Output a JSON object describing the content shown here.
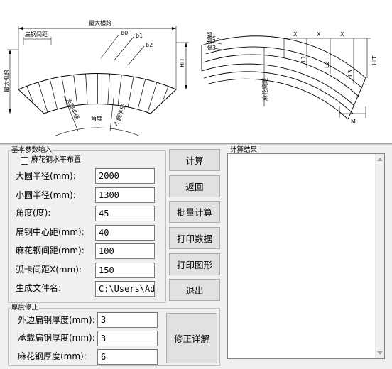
{
  "top_title": "",
  "diagram_left": {
    "max_span": "最大横跨",
    "flat_spacing": "扁钢间距",
    "b0": "b0",
    "b1": "b1",
    "b2": "b2",
    "max_arch_height": "最大弧跨",
    "big_radius": "大圆半径",
    "small_radius": "小圆半径",
    "angle": "角度",
    "hit": "HIT"
  },
  "diagram_right": {
    "arc1": "弧1",
    "arc2": "弧2",
    "arc3": "弧3",
    "x1": "X",
    "x2": "X",
    "x3": "X",
    "l1": "L1",
    "l2": "L2",
    "l3": "L3",
    "hit": "HIT",
    "twisted_spacing": "麻花间距",
    "m": "M"
  },
  "basic_params": {
    "title": "基本参数输入",
    "horizontal_checkbox": "麻花钢水平布置",
    "fields": [
      {
        "label": "大圆半径(mm):",
        "value": "2000"
      },
      {
        "label": "小圆半径(mm):",
        "value": "1300"
      },
      {
        "label": "角度(度):",
        "value": "45"
      },
      {
        "label": "扁钢中心距(mm):",
        "value": "40"
      },
      {
        "label": "麻花钢间距(mm):",
        "value": "100"
      },
      {
        "label": "弧卡间距X(mm):",
        "value": "150"
      },
      {
        "label": "生成文件名:",
        "value": "C:\\Users\\Admi"
      }
    ]
  },
  "buttons": {
    "calc": "计算",
    "back": "返回",
    "batch": "批量计算",
    "print_data": "打印数据",
    "print_graph": "打印图形",
    "exit": "退出",
    "correction_detail": "修正详解"
  },
  "thickness": {
    "title": "厚度修正",
    "fields": [
      {
        "label": "外边扁钢厚度(mm):",
        "value": "3"
      },
      {
        "label": "承载扁钢厚度(mm):",
        "value": "3"
      },
      {
        "label": "麻花钢厚度(mm):",
        "value": "6"
      }
    ]
  },
  "result": {
    "title": "计算结果",
    "content": ""
  }
}
